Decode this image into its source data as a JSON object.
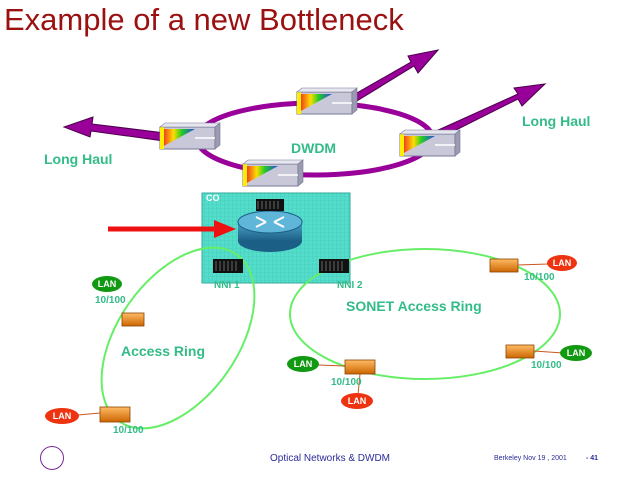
{
  "title": "Example of a new Bottleneck",
  "labels": {
    "dwdm": "DWDM",
    "long_haul_left": "Long Haul",
    "long_haul_right": "Long Haul",
    "co": "CO",
    "nni1": "NNI 1",
    "nni2": "NNI 2",
    "sonet_ring": "SONET Access Ring",
    "access_ring": "Access Ring"
  },
  "lan_nodes": [
    {
      "label": "LAN",
      "speed": "10/100"
    },
    {
      "label": "LAN",
      "speed": "10/100"
    },
    {
      "label": "LAN",
      "speed": "10/100"
    },
    {
      "label": "LAN",
      "speed": "10/100"
    },
    {
      "label": "LAN",
      "speed": "10/100"
    },
    {
      "label": "LAN"
    }
  ],
  "footer": {
    "center": "Optical Networks & DWDM",
    "right": "Berkeley Nov 19 , 2001",
    "page": "- 41"
  },
  "colors": {
    "title": "#9b1111",
    "ring_dwdm": "#990099",
    "ring_access": "#66ee66",
    "lan": "#119911",
    "lan_red": "#ee3311",
    "label_green": "#33bb88",
    "co_box": "#55ddcc",
    "arrow_red": "#ee1111",
    "arrow_purple": "#990099"
  }
}
